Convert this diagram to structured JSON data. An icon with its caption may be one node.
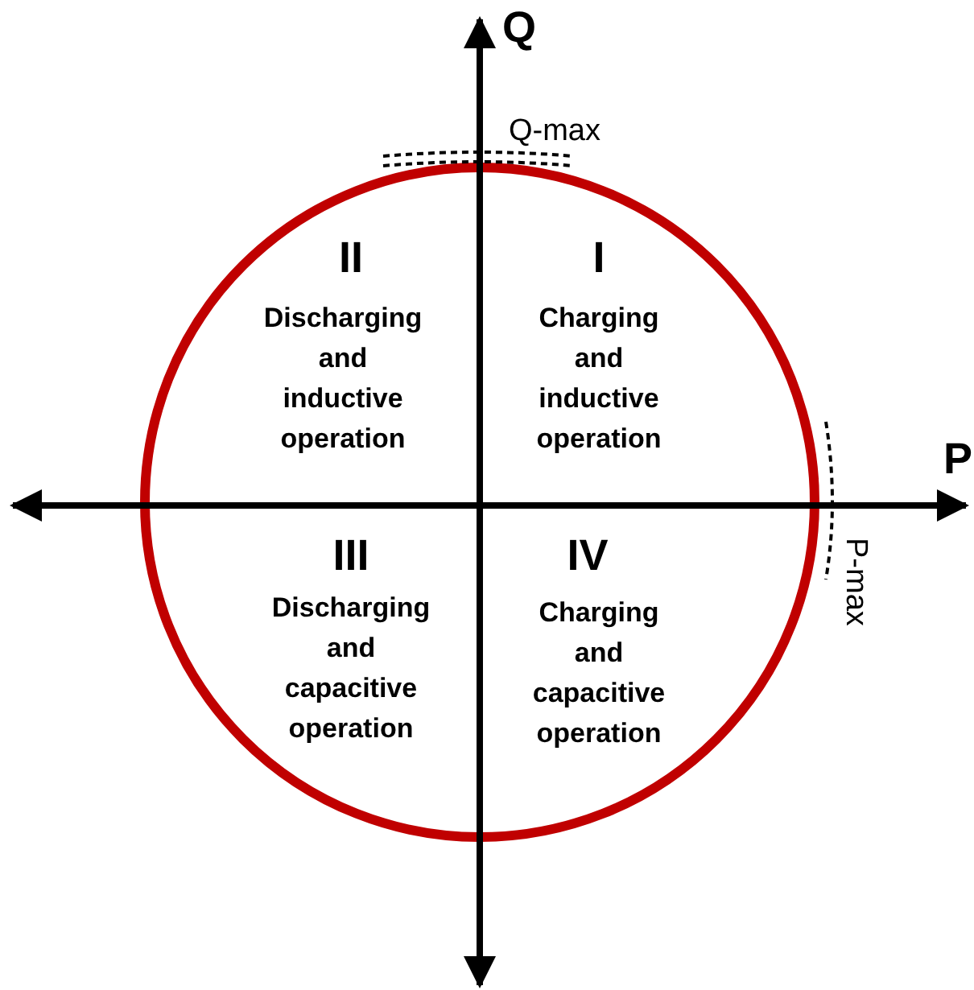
{
  "diagram": {
    "labels": [
      "Q",
      "Q-max",
      "II",
      "Discharging and inductive operation",
      "I",
      "Charging and inductive operation",
      "P",
      "III",
      "Discharging and capacitive operation",
      "IV",
      "Charging and capacitive operation",
      "P-max"
    ]
  }
}
